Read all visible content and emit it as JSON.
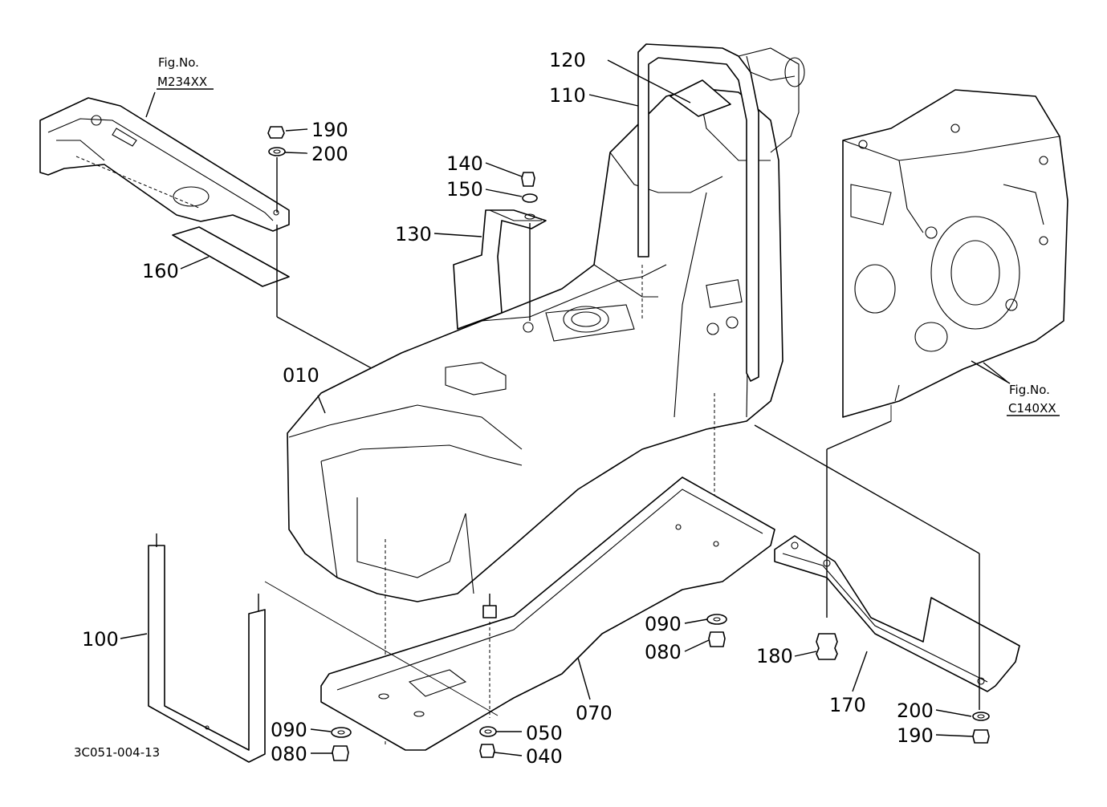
{
  "diagram": {
    "drawing_code": "3C051-004-13",
    "fig_refs": [
      {
        "prefix": "Fig.No.",
        "code": "M234XX"
      },
      {
        "prefix": "Fig.No.",
        "code": "C140XX"
      }
    ],
    "part_labels": {
      "p010": "010",
      "p040": "040",
      "p050": "050",
      "p070": "070",
      "p080a": "080",
      "p080b": "080",
      "p090a": "090",
      "p090b": "090",
      "p100": "100",
      "p110": "110",
      "p120": "120",
      "p130": "130",
      "p140": "140",
      "p150": "150",
      "p160": "160",
      "p170": "170",
      "p180": "180",
      "p190a": "190",
      "p190b": "190",
      "p200a": "200",
      "p200b": "200"
    }
  }
}
